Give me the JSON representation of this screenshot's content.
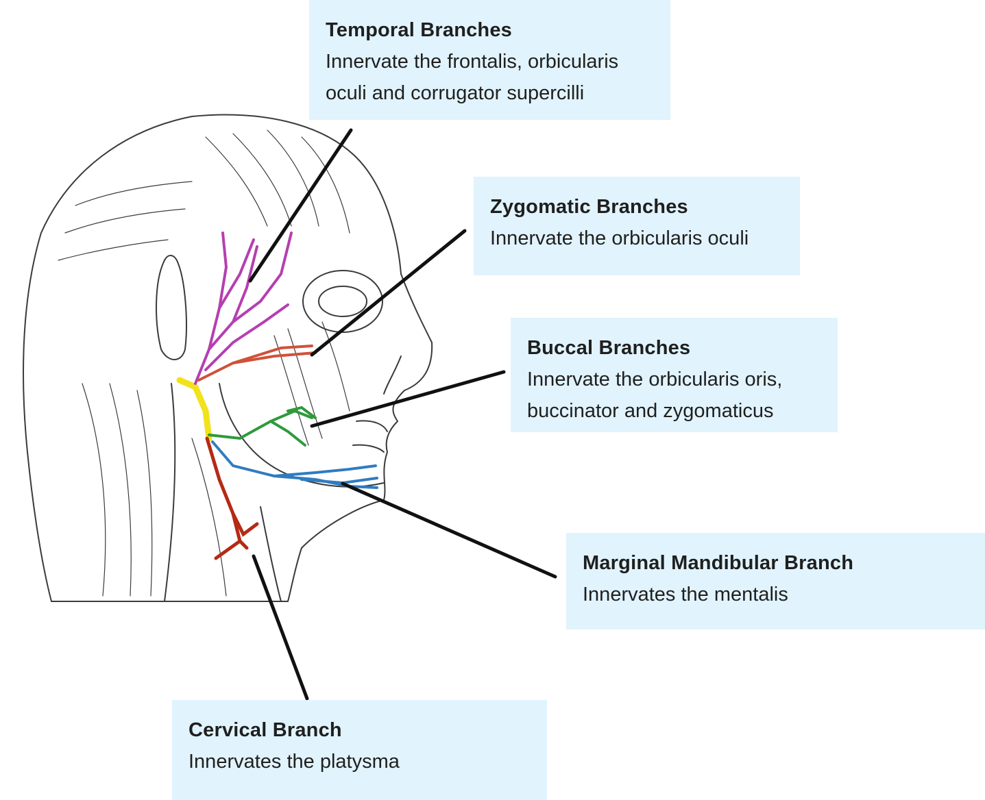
{
  "labels": {
    "temporal": {
      "title": "Temporal Branches",
      "desc": "Innervate the frontalis, orbicularis\noculi and corrugator supercilli"
    },
    "zygomatic": {
      "title": "Zygomatic Branches",
      "desc": "Innervate the orbicularis oculi"
    },
    "buccal": {
      "title": "Buccal Branches",
      "desc": "Innervate the orbicularis oris,\nbuccinator and zygomaticus"
    },
    "marginal": {
      "title": "Marginal Mandibular Branch",
      "desc": "Innervates the mentalis"
    },
    "cervical": {
      "title": "Cervical Branch",
      "desc": "Innervates the platysma"
    }
  },
  "colors": {
    "label_background": "#e1f3fc",
    "trunk": "#f2e21c",
    "temporal_branches": "#b53fb0",
    "zygomatic_branches": "#d0513a",
    "buccal_branches": "#2e9a3b",
    "marginal_branches": "#2f7cc2",
    "cervical_branches": "#b52a14",
    "leader_line": "#111111"
  }
}
